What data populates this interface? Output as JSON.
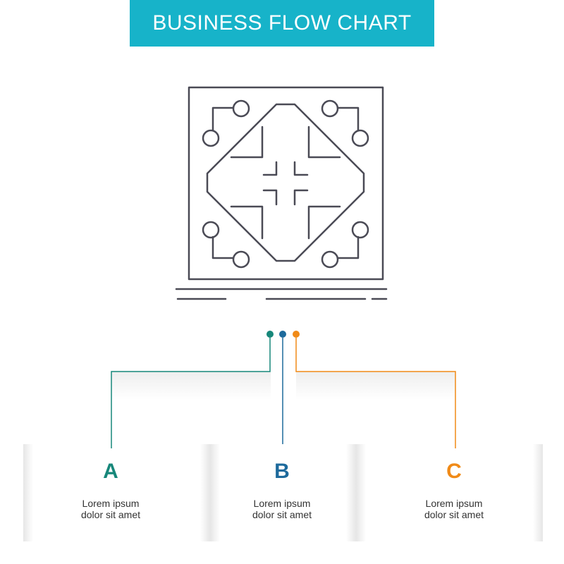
{
  "title": "BUSINESS FLOW CHART",
  "colors": {
    "banner": "#17b3c9",
    "icon_stroke": "#4a4a55",
    "step_a": "#17877a",
    "step_b": "#1d6a9c",
    "step_c": "#f08a17"
  },
  "icon": "circuit-board-icon",
  "steps": [
    {
      "letter": "A",
      "line1": "Lorem ipsum",
      "line2": "dolor sit amet"
    },
    {
      "letter": "B",
      "line1": "Lorem ipsum",
      "line2": "dolor sit amet"
    },
    {
      "letter": "C",
      "line1": "Lorem ipsum",
      "line2": "dolor sit amet"
    }
  ]
}
